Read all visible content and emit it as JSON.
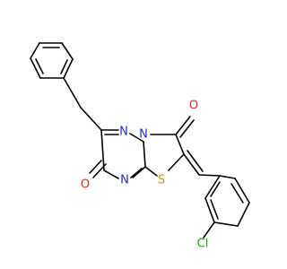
{
  "molecule": {
    "labels": {
      "n_ring_top": "N",
      "n_ring_mid": "N",
      "n_ring_bottom": "N",
      "o_right": "O",
      "o_left": "O",
      "s_ring": "S",
      "cl": "Cl"
    },
    "colors": {
      "bond": "#000000",
      "nitrogen": "#2b2bcc",
      "oxygen": "#e3261e",
      "sulfur": "#b8a000",
      "chlorine": "#1f9a1f"
    }
  }
}
